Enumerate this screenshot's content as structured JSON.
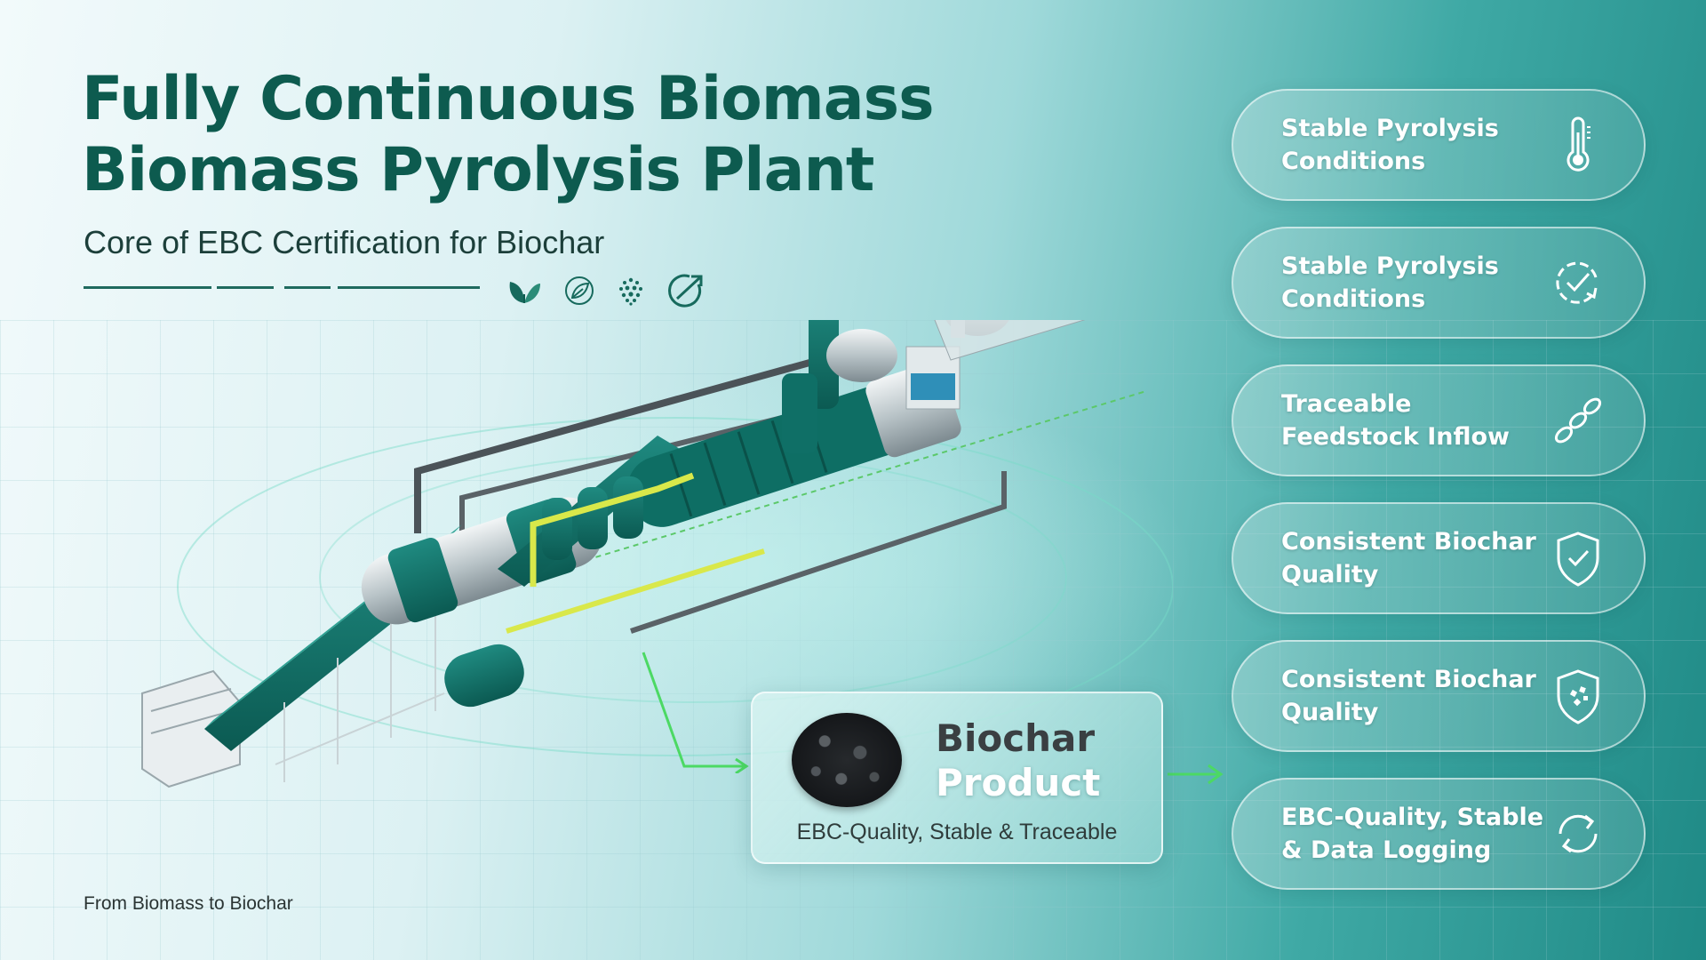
{
  "header": {
    "title_line1": "Fully Continuous Biomass",
    "title_line2": "Biomass Pyrolysis Plant",
    "subtitle": "Core of EBC Certification for Biochar",
    "icons": [
      "leaves-icon",
      "leaf-icon",
      "particles-icon",
      "growth-arrow-icon"
    ]
  },
  "features": [
    {
      "label": "Stable Pyrolysis Conditions",
      "icon": "thermometer-icon"
    },
    {
      "label": "Stable Pyrolysis Conditions",
      "icon": "cycle-check-icon"
    },
    {
      "label": "Traceable Feedstock Inflow",
      "icon": "chain-link-icon"
    },
    {
      "label": "Consistent Biochar Quality",
      "icon": "shield-check-icon"
    },
    {
      "label": "Consistent Biochar Quality",
      "icon": "shield-particles-icon"
    },
    {
      "label": "EBC-Quality, Stable & Data Logging",
      "icon": "refresh-cycle-icon"
    }
  ],
  "product": {
    "title_line1": "Biochar",
    "title_line2": "Product",
    "subtitle": "EBC-Quality, Stable & Traceable"
  },
  "footer": "From Biomass to Biochar",
  "colors": {
    "title": "#0d5b4f",
    "accent_green": "#4cd964",
    "machine_teal": "#0f6f66",
    "pipe_yellow": "#d9e84a"
  }
}
